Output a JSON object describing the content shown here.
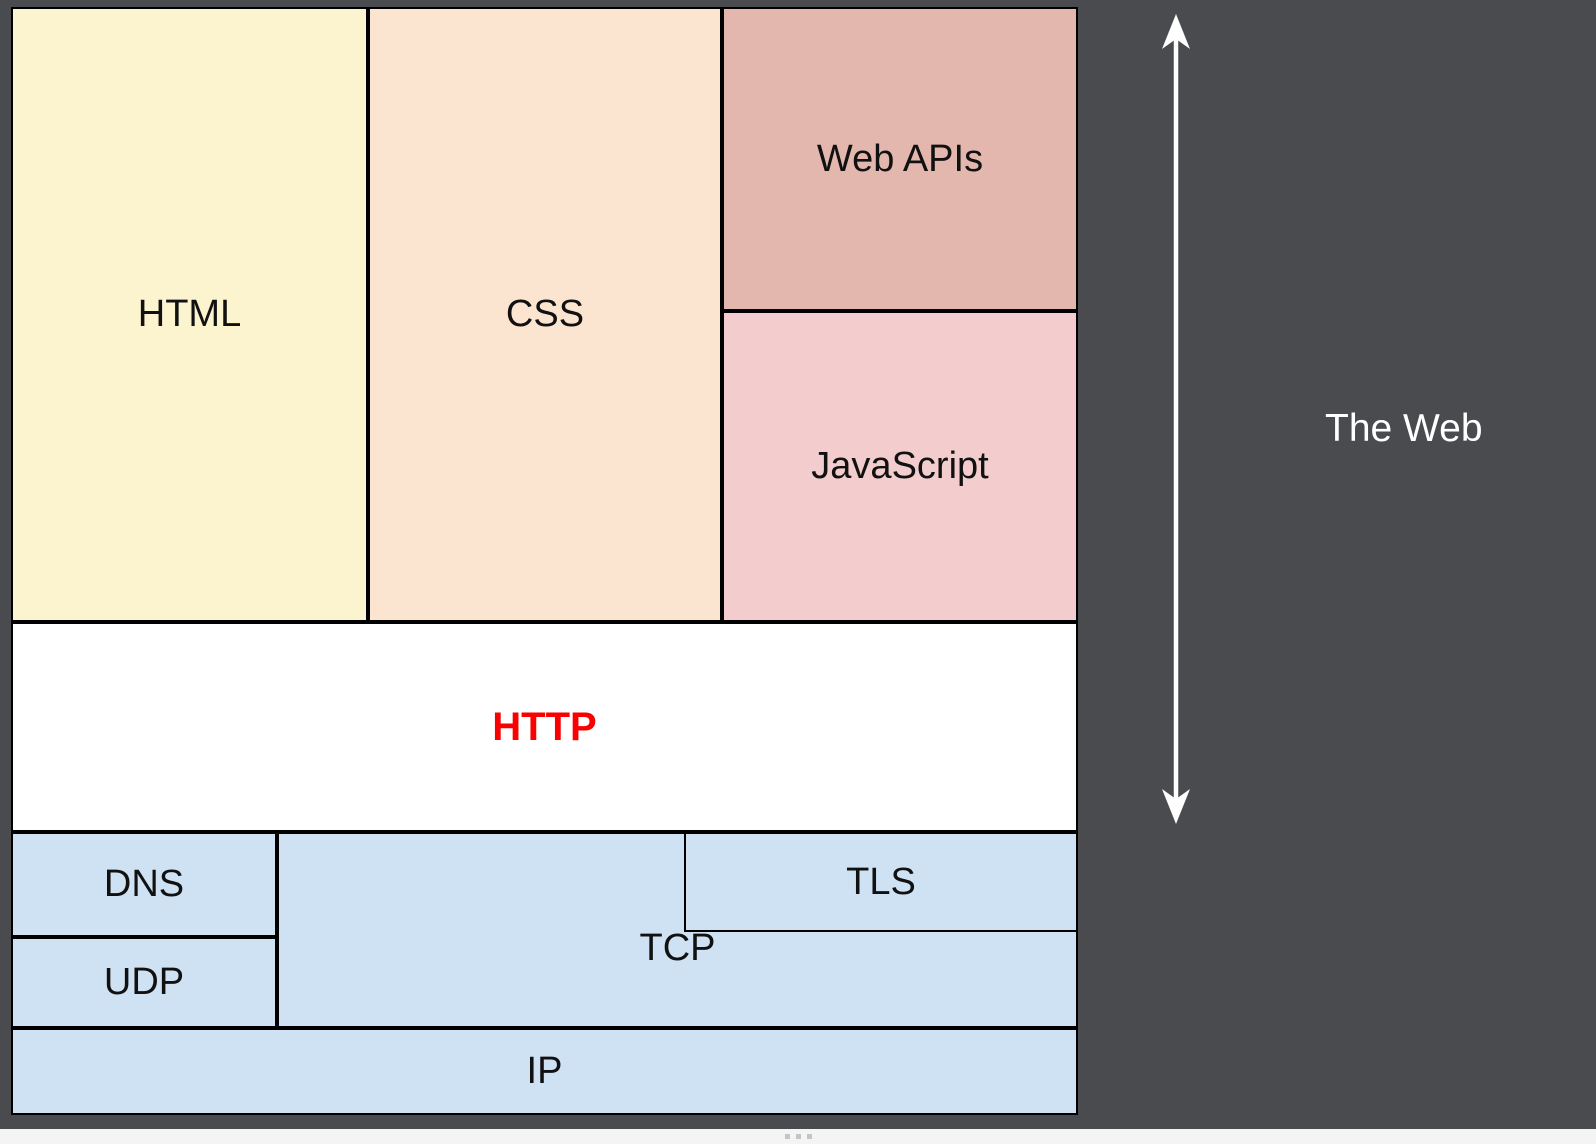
{
  "slide": {
    "boxes": {
      "html": {
        "label": "HTML"
      },
      "css": {
        "label": "CSS"
      },
      "web_apis": {
        "label": "Web APIs"
      },
      "javascript": {
        "label": "JavaScript"
      },
      "http": {
        "label": "HTTP"
      },
      "dns": {
        "label": "DNS"
      },
      "tls": {
        "label": "TLS"
      },
      "tcp": {
        "label": "TCP"
      },
      "udp": {
        "label": "UDP"
      },
      "ip": {
        "label": "IP"
      }
    },
    "side_label": "The Web",
    "colors": {
      "background": "#4A4B4F",
      "box_border": "#000000",
      "html": "#FCF3CF",
      "css": "#FBE5D0",
      "web_apis": "#E3B6AE",
      "javascript": "#F3CCCE",
      "http_bg": "#FFFFFF",
      "http_text": "#FA0000",
      "network_blue": "#CFE2F4",
      "arrow": "#FFFFFF",
      "side_text": "#FFFFFF"
    },
    "icons": {
      "vertical_double_arrow": "↕",
      "drag_handle": "···"
    }
  }
}
